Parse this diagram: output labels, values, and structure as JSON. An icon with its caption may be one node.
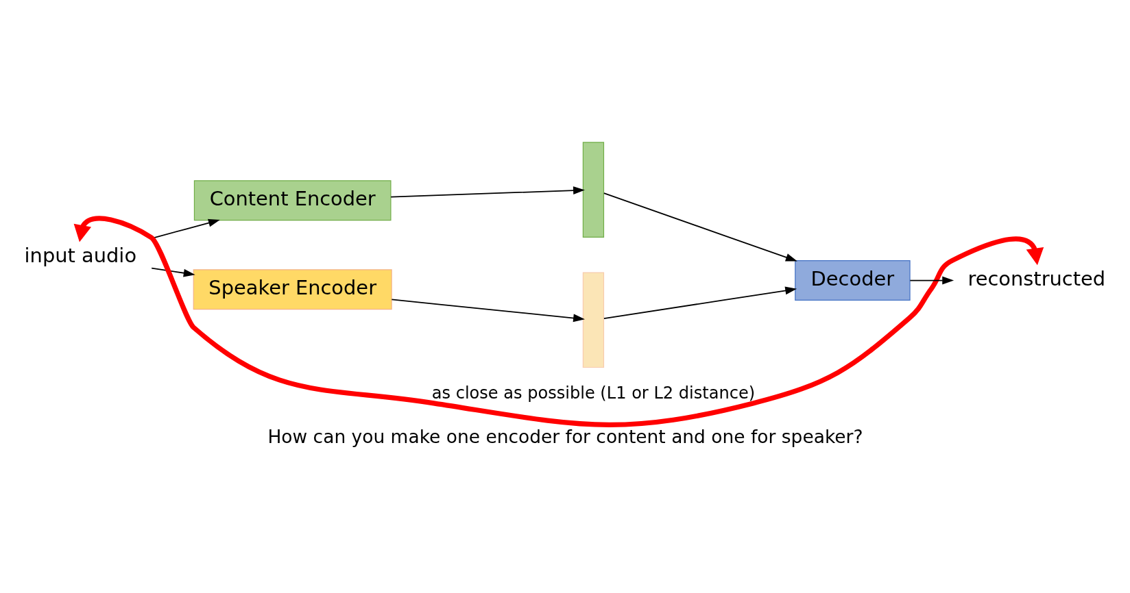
{
  "diagram": {
    "caption": "How can you make one encoder for content and one for speaker?",
    "nodes": [
      {
        "text": [
          "input audio"
        ]
      },
      {
        "text": [
          "Content Encoder"
        ]
      },
      {
        "text": [
          "Speaker Encoder"
        ]
      },
      {
        "text": [],
        "shape": "bar"
      },
      {
        "text": [],
        "shape": "bar"
      },
      {
        "text": [
          "Decoder"
        ]
      },
      {
        "text": [
          "reconstructed"
        ]
      }
    ],
    "edges": [
      {
        "from": 0,
        "to": 1,
        "arrow": "to"
      },
      {
        "from": 0,
        "to": 2,
        "arrow": "to"
      },
      {
        "from": 1,
        "to": 3,
        "arrow": "to"
      },
      {
        "from": 2,
        "to": 4,
        "arrow": "to"
      },
      {
        "from": 3,
        "to": 5,
        "arrow": "to"
      },
      {
        "from": 4,
        "to": 5,
        "arrow": "to"
      },
      {
        "from": 5,
        "to": 6,
        "arrow": "to"
      },
      {
        "from": 0,
        "to": 6,
        "arrow": "both",
        "label": "as close as possible (L1 or L2 distance)",
        "style": "thick",
        "color": "#ff0000"
      }
    ]
  }
}
